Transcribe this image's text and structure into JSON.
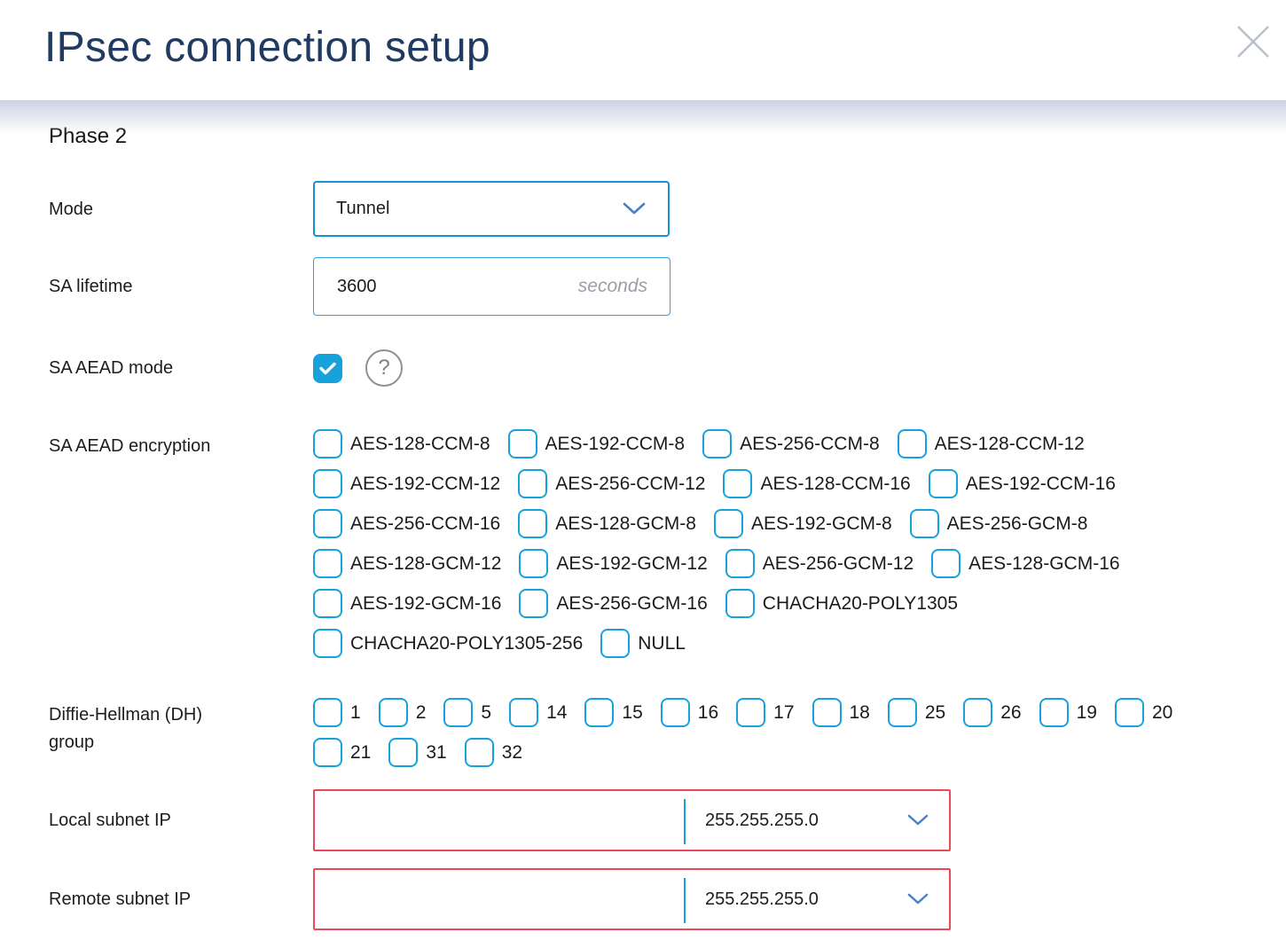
{
  "dialog": {
    "title": "IPsec connection setup",
    "section_title": "Phase 2"
  },
  "colors": {
    "title_navy": "#203a61",
    "accent_blue": "#17a2dc",
    "select_border_blue": "#1691d2",
    "chevron_blue": "#4a80c4",
    "error_red": "#e84a5a",
    "hint_gray": "#9aa0a6",
    "close_gray": "#b7bfca"
  },
  "form": {
    "mode": {
      "label": "Mode",
      "value": "Tunnel"
    },
    "sa_lifetime": {
      "label": "SA lifetime",
      "value": "3600",
      "unit_placeholder": "seconds"
    },
    "sa_aead_mode": {
      "label": "SA AEAD mode",
      "checked": true,
      "help_glyph": "?"
    },
    "sa_aead_encryption": {
      "label": "SA AEAD encryption",
      "rows": [
        [
          "AES-128-CCM-8",
          "AES-192-CCM-8",
          "AES-256-CCM-8",
          "AES-128-CCM-12"
        ],
        [
          "AES-192-CCM-12",
          "AES-256-CCM-12",
          "AES-128-CCM-16",
          "AES-192-CCM-16"
        ],
        [
          "AES-256-CCM-16",
          "AES-128-GCM-8",
          "AES-192-GCM-8",
          "AES-256-GCM-8"
        ],
        [
          "AES-128-GCM-12",
          "AES-192-GCM-12",
          "AES-256-GCM-12",
          "AES-128-GCM-16"
        ],
        [
          "AES-192-GCM-16",
          "AES-256-GCM-16",
          "CHACHA20-POLY1305"
        ],
        [
          "CHACHA20-POLY1305-256",
          "NULL"
        ]
      ]
    },
    "dh_group": {
      "label_line1": "Diffie-Hellman (DH)",
      "label_line2": "group",
      "rows": [
        [
          "1",
          "2",
          "5",
          "14",
          "15",
          "16",
          "17",
          "18",
          "25",
          "26",
          "19",
          "20"
        ],
        [
          "21",
          "31",
          "32"
        ]
      ]
    },
    "local_subnet": {
      "label": "Local subnet IP",
      "ip_value": "",
      "mask_value": "255.255.255.0"
    },
    "remote_subnet": {
      "label": "Remote subnet IP",
      "ip_value": "",
      "mask_value": "255.255.255.0"
    }
  }
}
